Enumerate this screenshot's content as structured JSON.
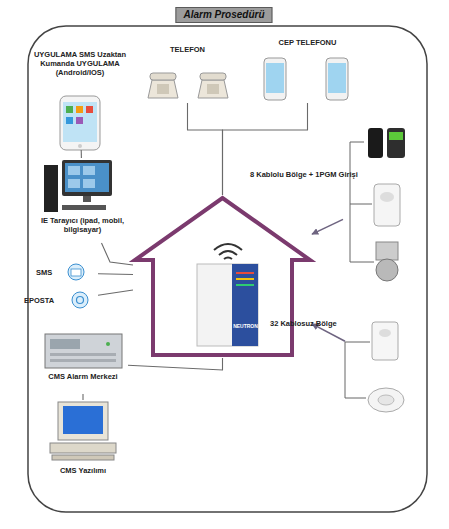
{
  "diagram": {
    "title": "Alarm Prosedürü",
    "nodes": [
      {
        "text": [
          "UYGULAMA SMS Uzaktan Kumanda UYGULAMA (Android/IOS)"
        ]
      },
      {
        "text": [
          "TELEFON"
        ]
      },
      {
        "text": [
          "CEP TELEFONU"
        ]
      },
      {
        "text": [
          "IE Tarayıcı (ipad, mobil, bilgisayar)"
        ]
      },
      {
        "text": [
          "8 Kablolu Bölge + 1PGM Girişi"
        ]
      },
      {
        "text": [
          "SMS"
        ]
      },
      {
        "text": [
          "EPOSTA"
        ]
      },
      {
        "text": [
          "NEUTRON"
        ]
      },
      {
        "text": [
          "32 Kablosuz Bölge"
        ]
      },
      {
        "text": [
          "CMS Alarm Merkezi"
        ]
      },
      {
        "text": [
          "CMS Yazılımı"
        ]
      }
    ],
    "edges": [
      {
        "from": 0,
        "to": 3,
        "arrow": "none"
      },
      {
        "from": 3,
        "to": 7,
        "arrow": "none"
      },
      {
        "from": 1,
        "to": 7,
        "arrow": "none"
      },
      {
        "from": 2,
        "to": 7,
        "arrow": "none"
      },
      {
        "from": 5,
        "to": 7,
        "arrow": "none"
      },
      {
        "from": 6,
        "to": 7,
        "arrow": "none"
      },
      {
        "from": 9,
        "to": 7,
        "arrow": "none"
      },
      {
        "from": 9,
        "to": 10,
        "arrow": "none"
      },
      {
        "from": 4,
        "to": 7,
        "arrow": "to"
      },
      {
        "from": 8,
        "to": 7,
        "arrow": "to"
      }
    ]
  }
}
